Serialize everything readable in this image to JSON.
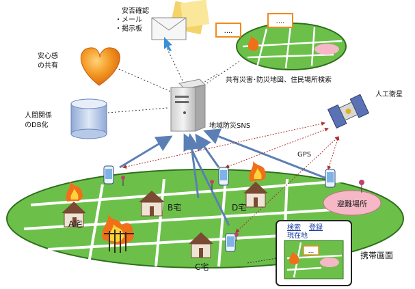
{
  "labels": {
    "safety_check": "安否確認",
    "mail": "・メール",
    "bbs": "・掲示板",
    "reassurance_line1": "安心感",
    "reassurance_line2": "の共有",
    "relations_line1": "人間関係",
    "relations_line2": "のDB化",
    "server": "地域防災SNS",
    "shared_map": "共有災害･防災地図、住民場所検索",
    "satellite": "人工衛星",
    "gps": "GPS",
    "house_a": "A宅",
    "house_b": "B宅",
    "house_c": "C宅",
    "house_d": "D宅",
    "evacuation": "避難場所",
    "phone_search": "検索",
    "phone_register": "登録",
    "phone_location": "現在地",
    "phone_screen": "携帯画面",
    "ellipsis": "....",
    "ellipsis_short": "..."
  },
  "colors": {
    "field_green": "#6cc04a",
    "field_border": "#2f6f1e",
    "road": "#ffffff",
    "evac_pink": "#f6b8c6",
    "arrow_blue": "#5b7fb5",
    "dashed_red": "#b03030",
    "heart_orange": "#f08a1c",
    "db_blue": "#b7c9e8"
  }
}
